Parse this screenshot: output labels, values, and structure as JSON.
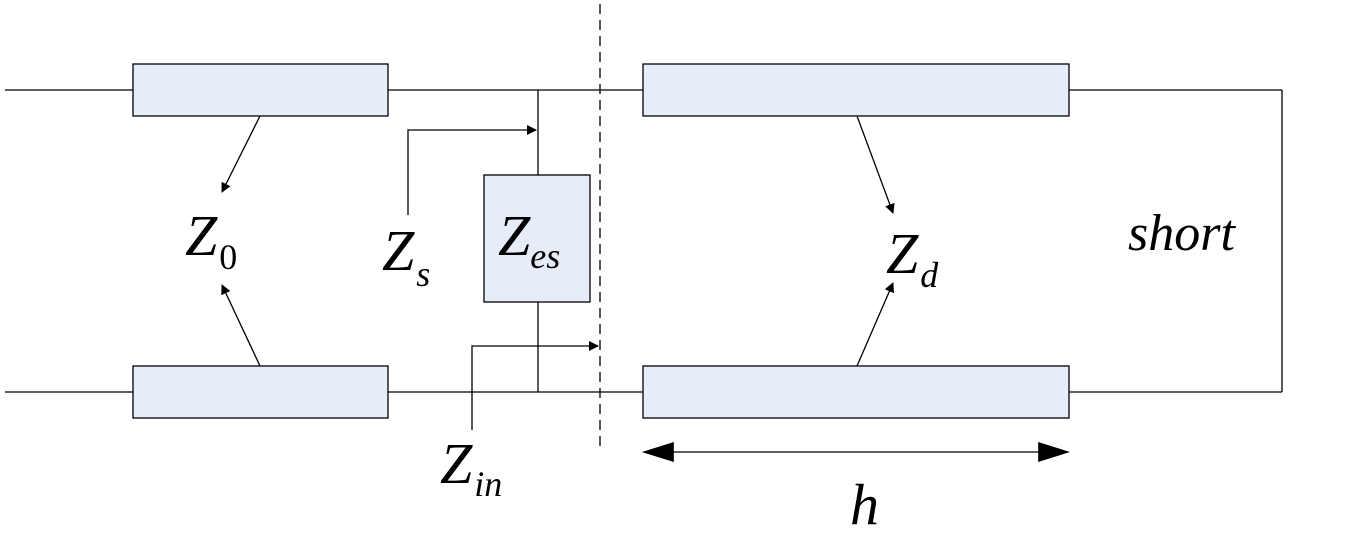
{
  "labels": {
    "z0": {
      "main": "Z",
      "sub": "0"
    },
    "zs": {
      "main": "Z",
      "sub": "s"
    },
    "zes": {
      "main": "Z",
      "sub": "es"
    },
    "zd": {
      "main": "Z",
      "sub": "d"
    },
    "zin": {
      "main": "Z",
      "sub": "in"
    },
    "short": "short",
    "h": "h"
  },
  "colors": {
    "block_fill": "#e6edf8",
    "line": "#000000"
  }
}
